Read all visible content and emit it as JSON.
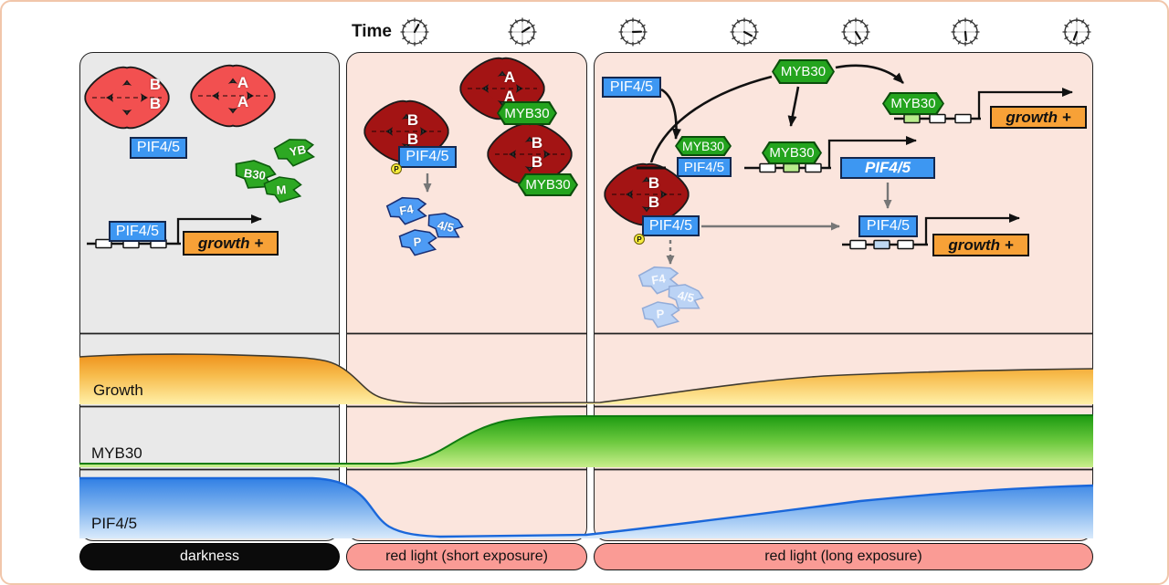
{
  "header": {
    "time_label": "Time",
    "clock_count": 7
  },
  "molecules": {
    "pif45": "PIF4/5",
    "myb30": "MYB30",
    "phy_b": "B",
    "phy_a": "A",
    "phospho": "P",
    "growth_gene": "growth +",
    "pif45_gene": "PIF4/5"
  },
  "fragments": {
    "myb30_dark": [
      "YB",
      "B30",
      "M"
    ],
    "pif45_short": [
      "F4",
      "4/5",
      "P"
    ],
    "pif45_long": [
      "F4",
      "4/5",
      "P"
    ]
  },
  "rows": {
    "growth": "Growth",
    "myb30": "MYB30",
    "pif45": "PIF4/5"
  },
  "footer": {
    "darkness": "darkness",
    "short": "red light (short exposure)",
    "long": "red light (long exposure)"
  },
  "colors": {
    "phy_inactive": "#F25050",
    "phy_active": "#A31414",
    "pif_blue": "#3D97F2",
    "myb_green": "#24A41E",
    "growth_orange": "#F7A137",
    "panel_pink": "#FBE5DD",
    "panel_gray": "#E9E9E9",
    "pill_pink": "#FA9B95",
    "pill_black": "#0B0B0B",
    "phospho_yellow": "#F6EB3C"
  },
  "chart_data": [
    {
      "type": "area",
      "title": "Growth",
      "x_phases": [
        "darkness",
        "red light (short exposure)",
        "red light (long exposure)"
      ],
      "x_fraction": [
        0,
        0.24,
        0.27,
        0.31,
        0.35,
        0.42,
        0.52,
        0.6,
        0.73,
        0.86,
        1
      ],
      "values_pct": [
        65,
        64,
        50,
        22,
        8,
        2,
        2,
        12,
        32,
        44,
        48
      ],
      "trend": "high in darkness, sharp drop at red-light onset, partial recovery during long exposure"
    },
    {
      "type": "area",
      "title": "MYB30",
      "x_phases": [
        "darkness",
        "red light (short exposure)",
        "red light (long exposure)"
      ],
      "x_fraction": [
        0,
        0.31,
        0.35,
        0.39,
        0.42,
        0.46,
        0.5,
        0.7,
        1
      ],
      "values_pct": [
        5,
        5,
        12,
        35,
        62,
        76,
        81,
        83,
        84
      ],
      "trend": "near zero in darkness, sigmoidal rise during short exposure, high plateau"
    },
    {
      "type": "area",
      "title": "PIF4/5",
      "x_phases": [
        "darkness",
        "red light (short exposure)",
        "red light (long exposure)"
      ],
      "x_fraction": [
        0,
        0.23,
        0.27,
        0.31,
        0.35,
        0.44,
        0.52,
        0.65,
        0.8,
        1
      ],
      "values_pct": [
        87,
        87,
        76,
        45,
        16,
        5,
        5,
        22,
        45,
        76
      ],
      "trend": "high in darkness, rapid degradation at red-light onset, gradual recovery during long exposure"
    }
  ]
}
